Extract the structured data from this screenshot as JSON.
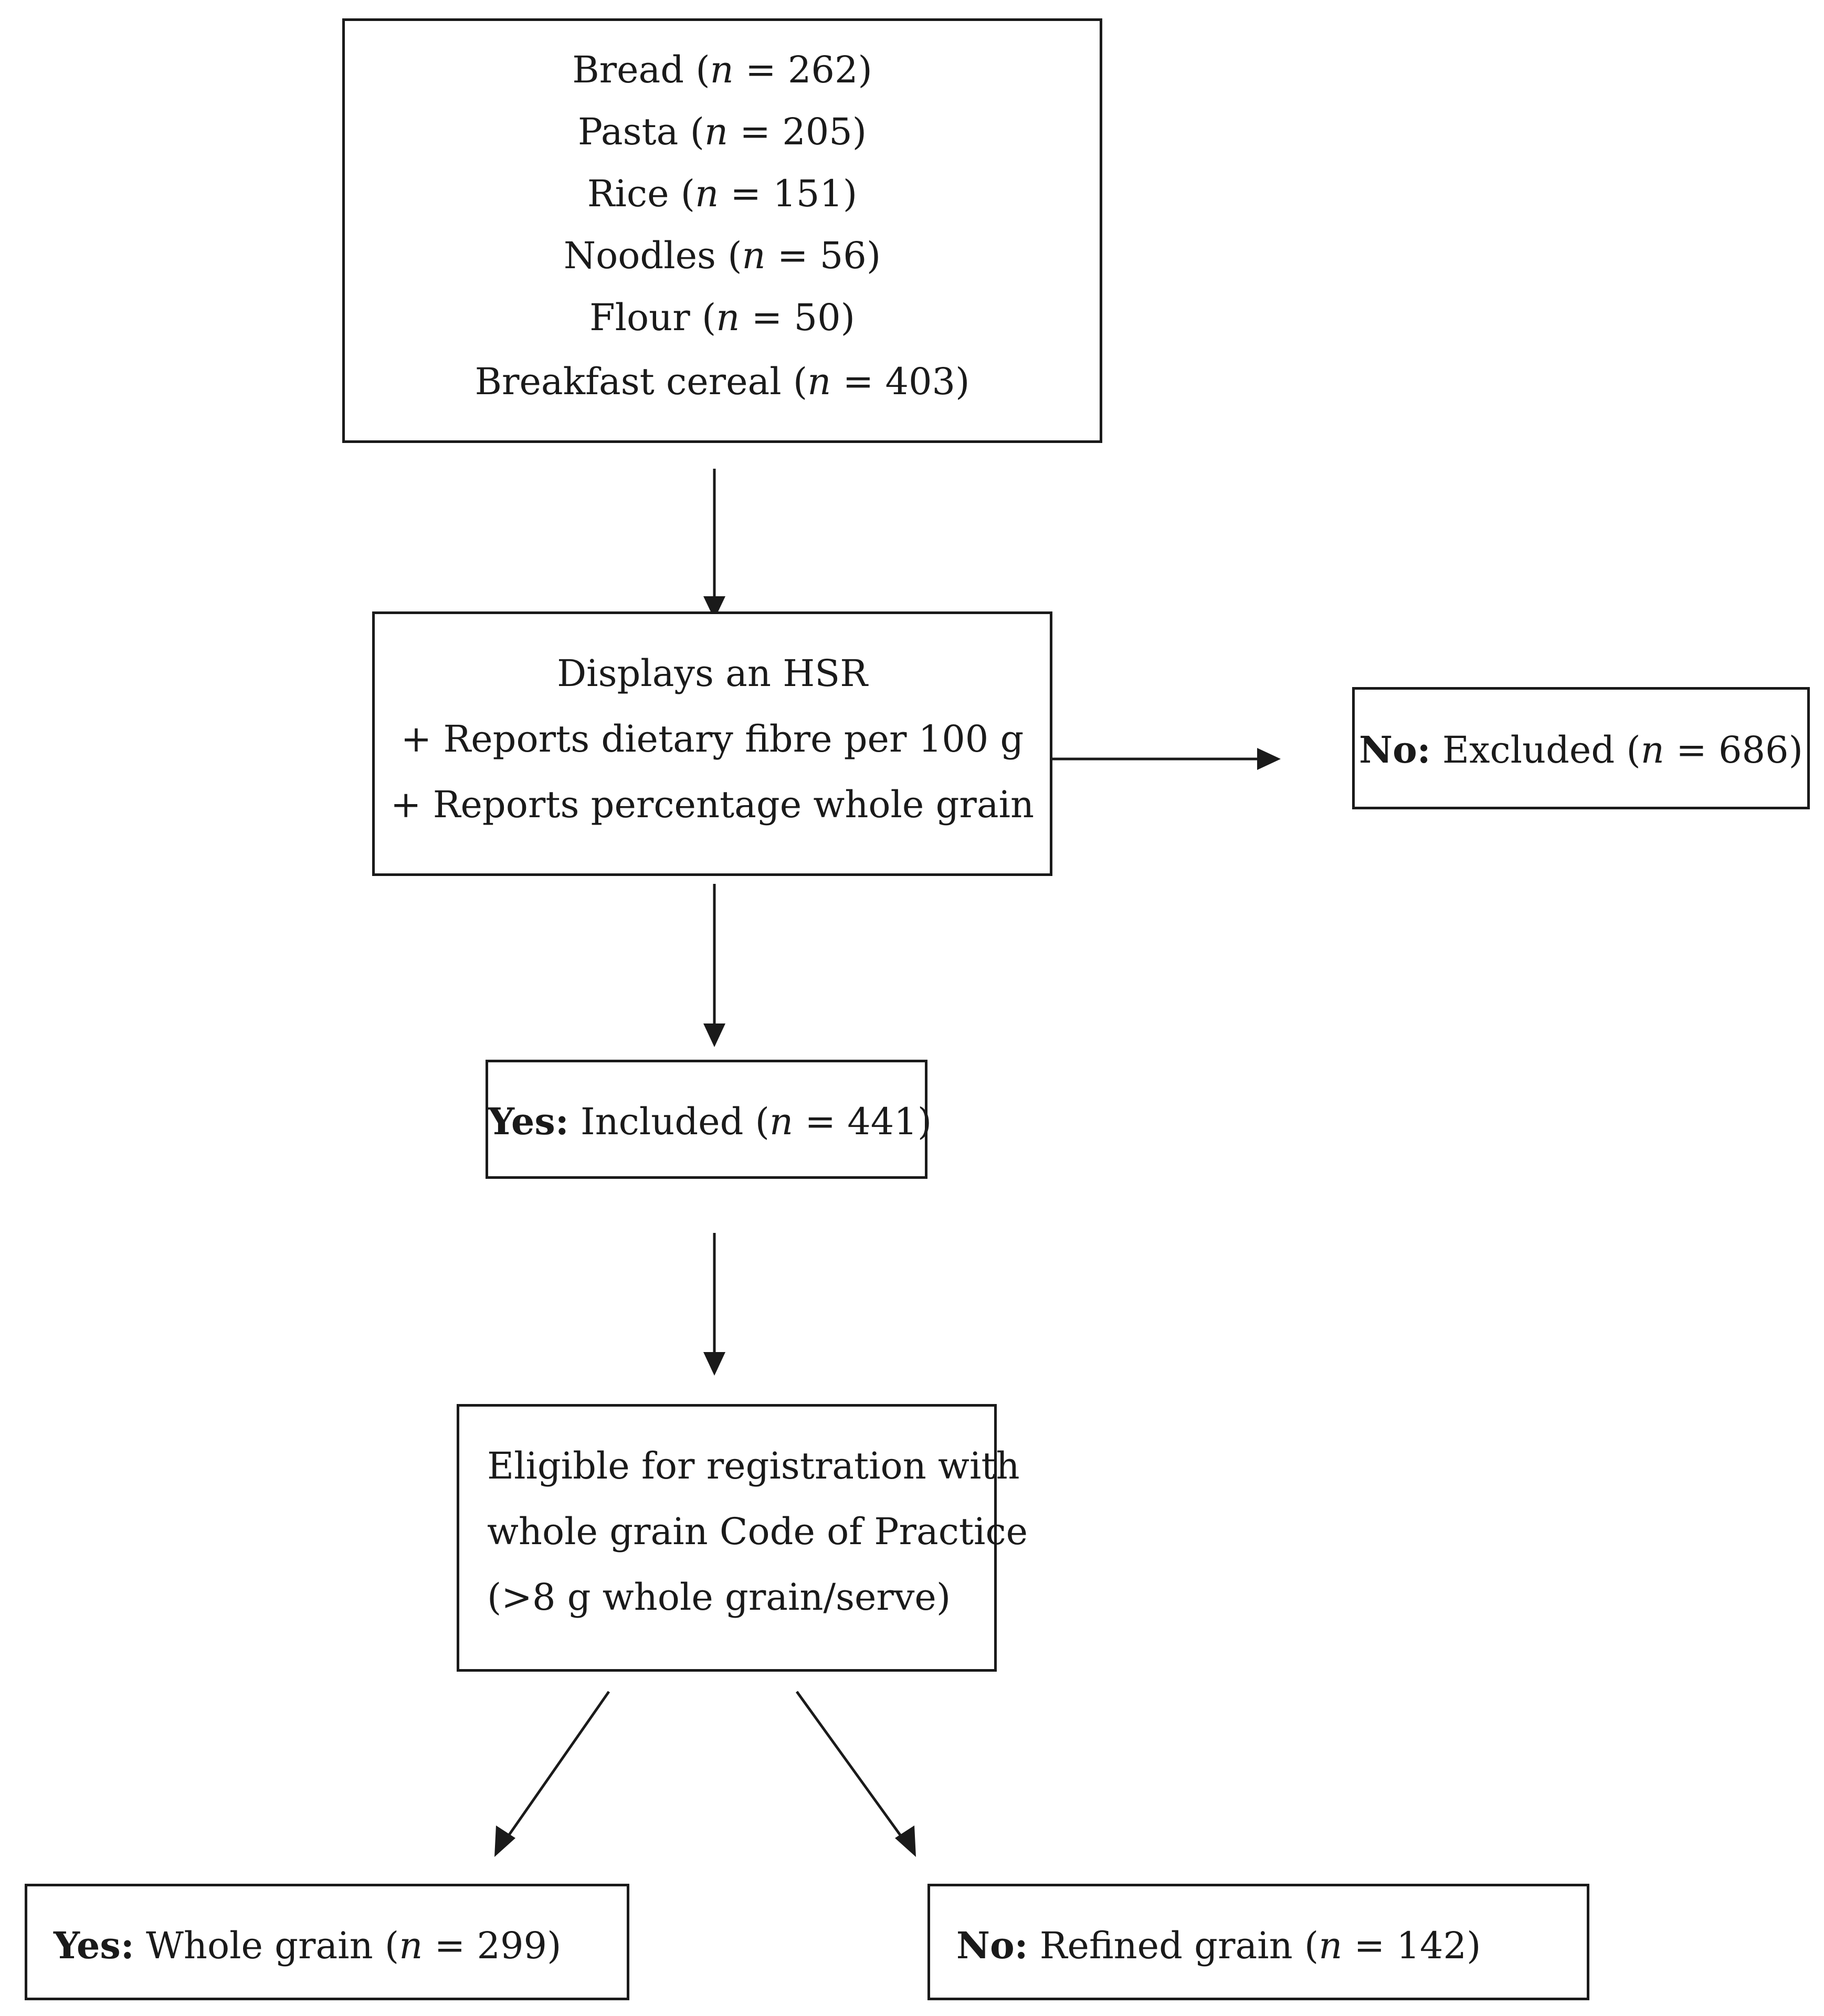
{
  "categories_box": {
    "lines": [
      {
        "name": "Bread",
        "n": "262"
      },
      {
        "name": "Pasta",
        "n": "205"
      },
      {
        "name": "Rice",
        "n": "151"
      },
      {
        "name": "Noodles",
        "n": "56"
      },
      {
        "name": "Flour",
        "n": "50"
      },
      {
        "name": "Breakfast cereal",
        "n": "403"
      }
    ],
    "n_symbol": "n"
  },
  "criteria_box": {
    "line1": "Displays an HSR",
    "line2": "+ Reports dietary fibre per 100 g",
    "line3": "+ Reports percentage whole grain"
  },
  "excluded_box": {
    "prefix": "No:",
    "label": "Excluded",
    "n": "686"
  },
  "included_box": {
    "prefix": "Yes:",
    "label": "Included",
    "n": "441"
  },
  "eligibility_box": {
    "line1": "Eligible for registration with",
    "line2": "whole grain Code of Practice",
    "line3": "(>8 g whole grain/serve)"
  },
  "whole_grain_box": {
    "prefix": "Yes:",
    "label": "Whole grain",
    "n": "299"
  },
  "refined_grain_box": {
    "prefix": "No:",
    "label": "Refined grain",
    "n": "142"
  }
}
